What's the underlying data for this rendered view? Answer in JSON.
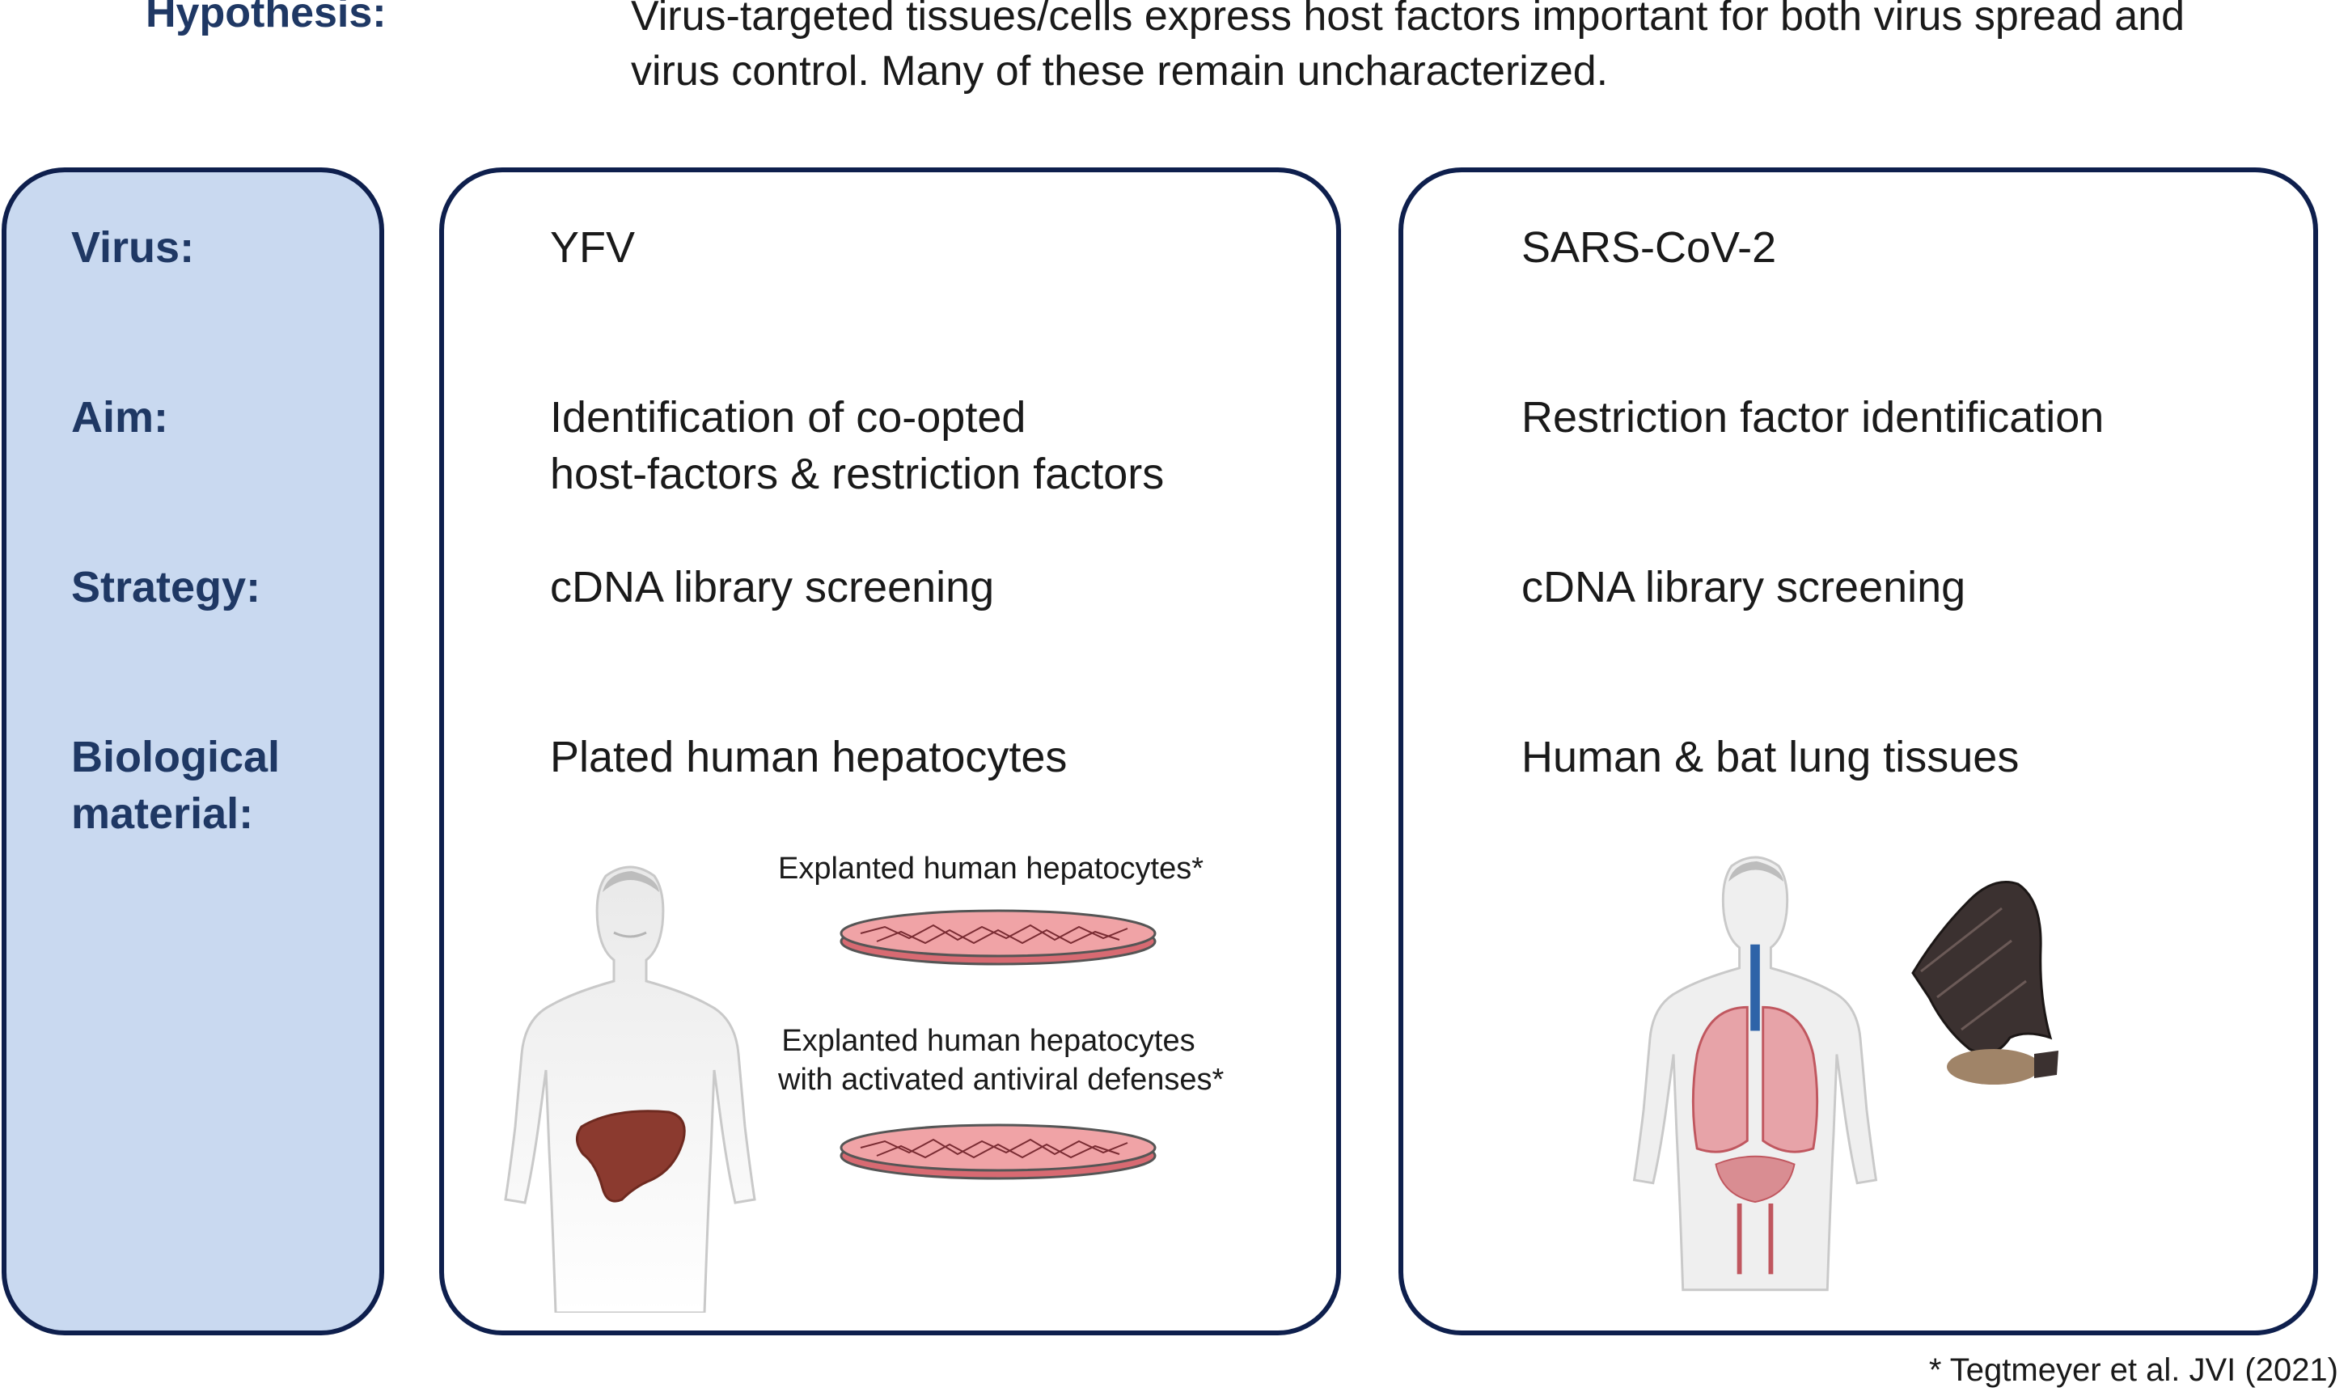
{
  "hypothesis": {
    "label": "Hypothesis:",
    "text": "Virus-targeted tissues/cells express host factors important for both virus spread and virus control. Many of these remain uncharacterized."
  },
  "rows": {
    "virus": "Virus:",
    "aim": "Aim:",
    "strategy": "Strategy:",
    "material_line1": "Biological",
    "material_line2": "material:"
  },
  "yfv": {
    "virus": "YFV",
    "aim_line1": "Identification of co-opted",
    "aim_line2": "host-factors & restriction factors",
    "strategy": "cDNA library screening",
    "material": "Plated human hepatocytes",
    "caption1": "Explanted human hepatocytes*",
    "caption2_line1": "Explanted human hepatocytes",
    "caption2_line2": "with activated antiviral defenses*"
  },
  "sars": {
    "virus": "SARS-CoV-2",
    "aim": "Restriction factor identification",
    "strategy": "cDNA library screening",
    "material": "Human & bat lung tissues"
  },
  "footnote": "* Tegtmeyer et al. JVI (2021)",
  "colors": {
    "label_blue": "#1f3864",
    "border_navy": "#0e1f4d",
    "label_panel_fill": "#c9d9f0",
    "dish_red": "#e8858a",
    "liver": "#8b3a2f"
  }
}
